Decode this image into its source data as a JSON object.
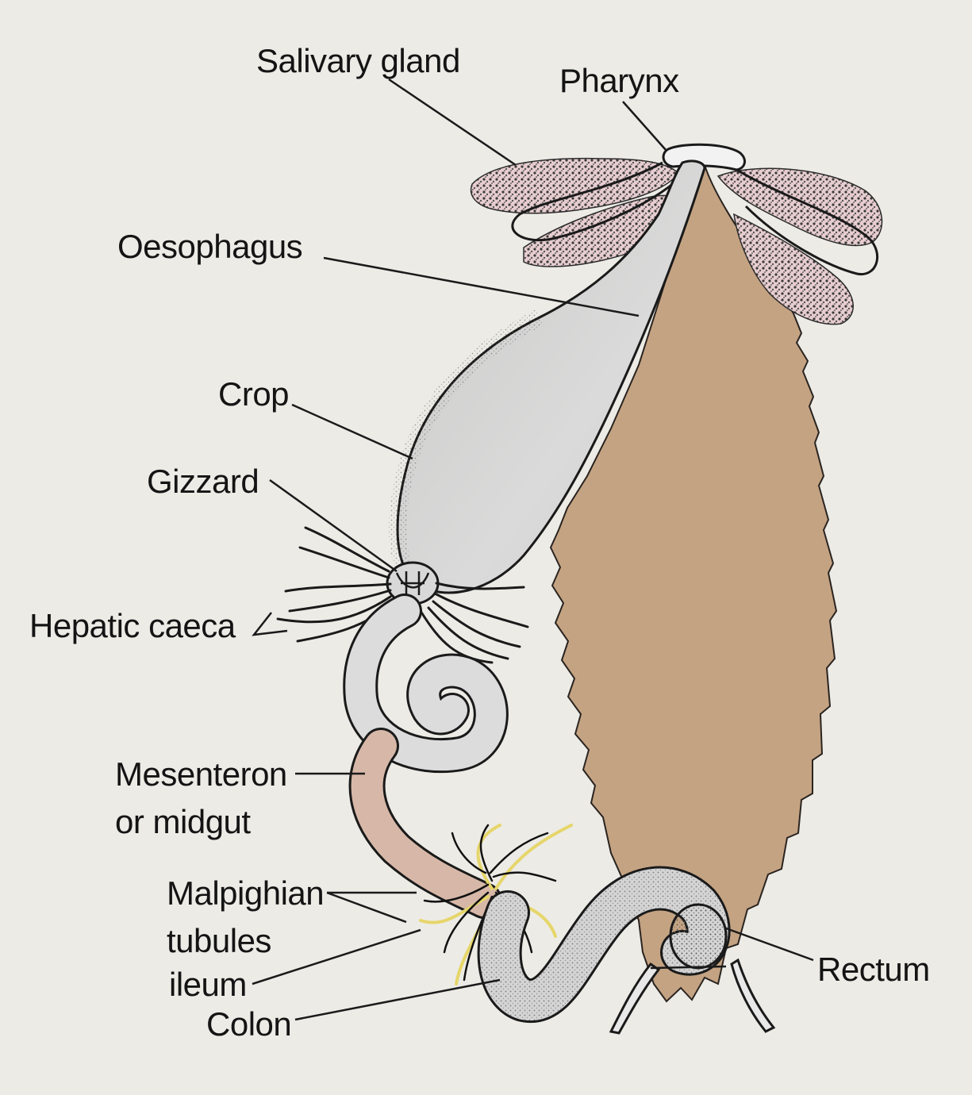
{
  "labels": {
    "salivary_gland": "Salivary gland",
    "pharynx": "Pharynx",
    "oesophagus": "Oesophagus",
    "crop": "Crop",
    "gizzard": "Gizzard",
    "hepatic_caeca": "Hepatic caeca",
    "mesenteron_line1": "Mesenteron",
    "mesenteron_line2": "or midgut",
    "malpighian_line1": "Malpighian",
    "malpighian_line2": "tubules",
    "ileum": "ileum",
    "colon": "Colon",
    "rectum": "Rectum"
  },
  "colors": {
    "background": "#ecebe6",
    "fat_body": "#c4a383",
    "crop_fill": "#d2d2d2",
    "gland_speckle": "#e4c9cd",
    "tubule_yellow": "#e6d66a",
    "outline": "#1a1a1a"
  }
}
